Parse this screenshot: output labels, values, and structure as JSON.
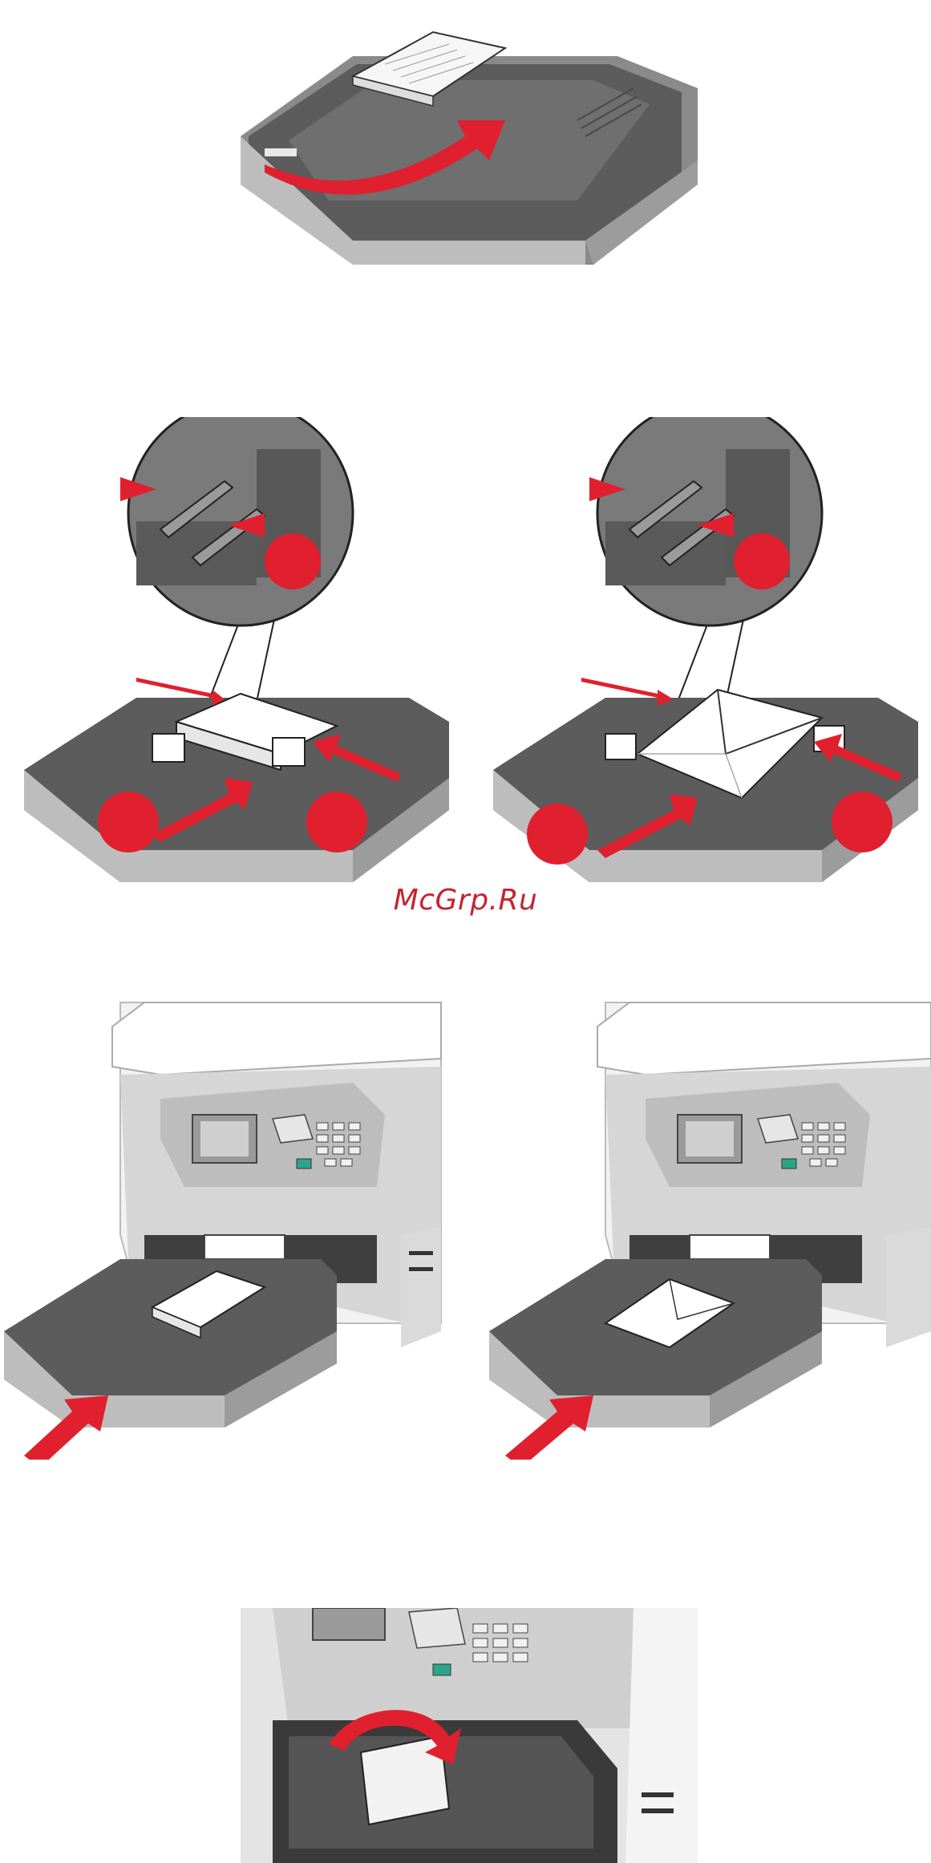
{
  "watermark": {
    "text": "McGrp.Ru"
  },
  "colors": {
    "accent_red": "#e0202e",
    "tray_dark": "#5a5a5a",
    "tray_mid": "#8c8c8c",
    "tray_light": "#c8c8c8",
    "paper": "#ffffff",
    "button_green": "#2aa58a"
  },
  "figures": [
    {
      "name": "figure-tray-pull-out",
      "icon": "paper-tray-with-arrow"
    },
    {
      "name": "figure-guides-photo-paper",
      "icon": "tray-guides-zoom-with-photo-paper"
    },
    {
      "name": "figure-guides-envelopes",
      "icon": "tray-guides-zoom-with-envelopes"
    },
    {
      "name": "figure-insert-tray-photo",
      "icon": "printer-insert-tray-photo-paper"
    },
    {
      "name": "figure-insert-tray-envelope",
      "icon": "printer-insert-tray-envelope"
    },
    {
      "name": "figure-paper-stop",
      "icon": "printer-flip-paper-stop"
    }
  ]
}
